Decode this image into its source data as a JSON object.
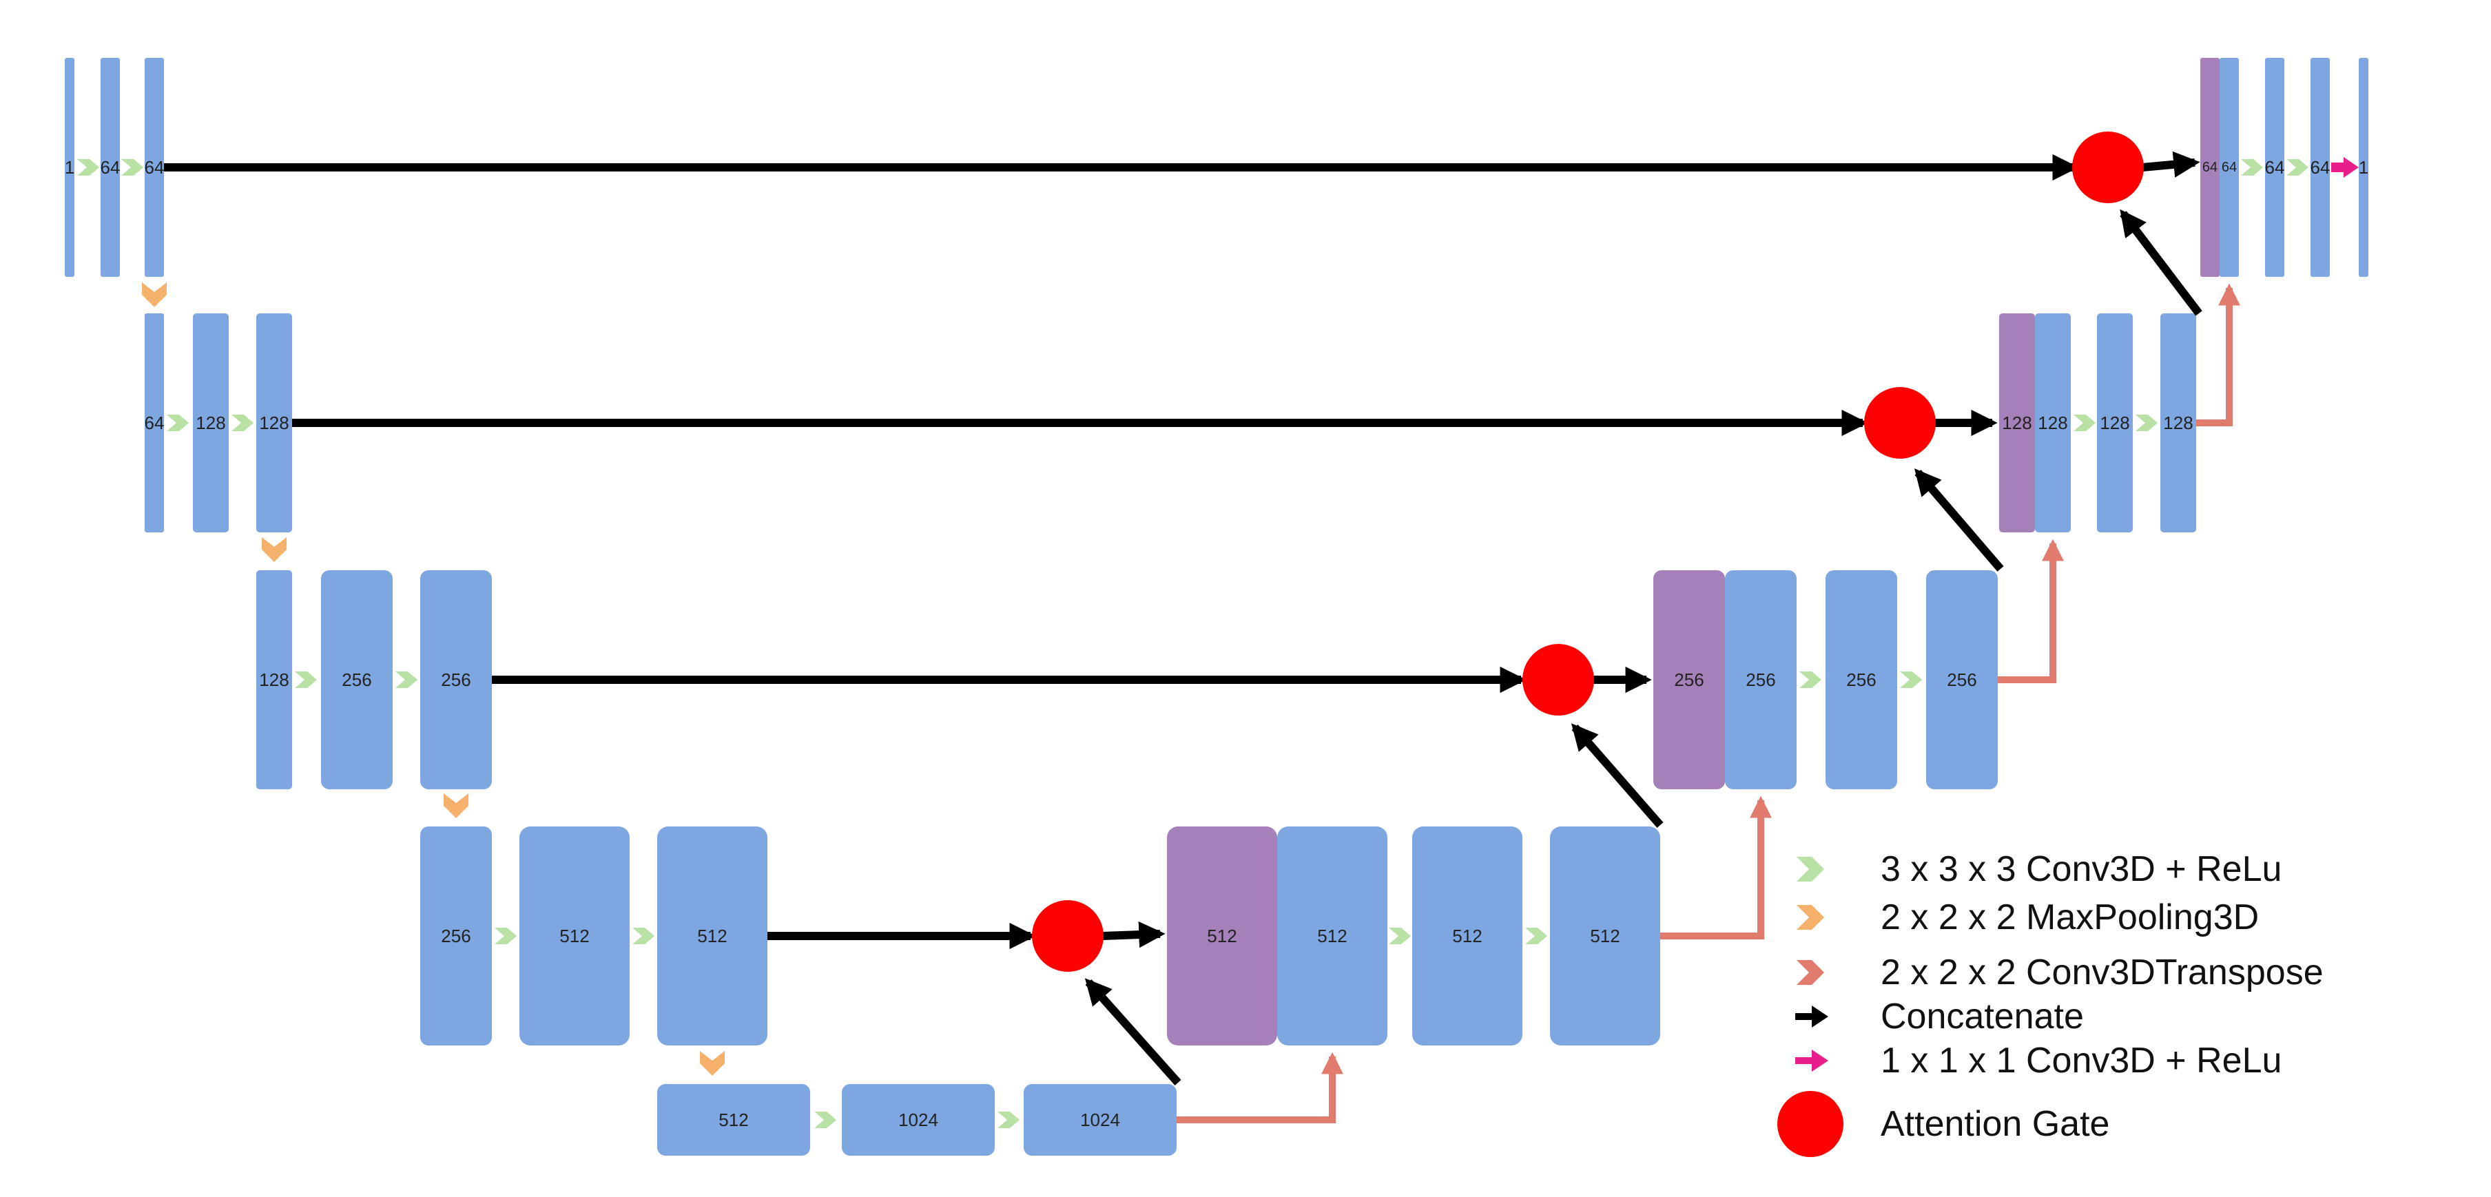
{
  "diagram": {
    "levels": [
      {
        "encoder": [
          "1",
          "64",
          "64"
        ],
        "decoder": [
          "64",
          "64",
          "64",
          "64",
          "1"
        ]
      },
      {
        "encoder": [
          "64",
          "128",
          "128"
        ],
        "decoder": [
          "128",
          "128",
          "128",
          "128"
        ]
      },
      {
        "encoder": [
          "128",
          "256",
          "256"
        ],
        "decoder": [
          "256",
          "256",
          "256",
          "256"
        ]
      },
      {
        "encoder": [
          "256",
          "512",
          "512"
        ],
        "decoder": [
          "512",
          "512",
          "512",
          "512"
        ]
      },
      {
        "bottleneck": [
          "512",
          "1024",
          "1024"
        ]
      }
    ],
    "colors": {
      "block": "#7EA6E0",
      "concat_block": "#A680B8",
      "conv": "#B9E0A5",
      "maxpool": "#F5B06C",
      "transpose": "#E07B6E",
      "concatenate": "#000000",
      "final_conv": "#E91E8C",
      "attention_gate": "#FF0000"
    }
  },
  "legend": {
    "conv": "3 x 3 x 3 Conv3D + ReLu",
    "maxpool": "2 x 2 x 2 MaxPooling3D",
    "transpose": "2 x 2 x 2 Conv3DTranspose",
    "concat": "Concatenate",
    "final_conv": "1 x 1 x 1 Conv3D + ReLu",
    "attention": "Attention Gate"
  }
}
